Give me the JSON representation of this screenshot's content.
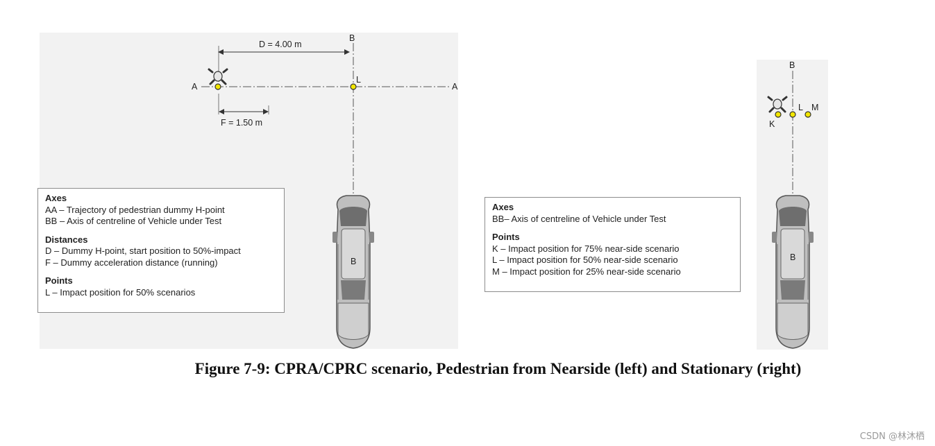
{
  "left": {
    "dimension_d": "D = 4.00 m",
    "dimension_f": "F = 1.50 m",
    "axis_a": "A",
    "axis_b": "B",
    "point_l": "L",
    "legend": {
      "axes_title": "Axes",
      "axes": [
        "AA  – Trajectory of pedestrian dummy H-point",
        "BB   – Axis of centreline of Vehicle under Test"
      ],
      "distances_title": "Distances",
      "distances": [
        "D  – Dummy H-point, start position to 50%-impact",
        "F   – Dummy acceleration distance (running)"
      ],
      "points_title": "Points",
      "points": [
        "L   – Impact position for 50% scenarios"
      ]
    }
  },
  "right": {
    "axis_b": "B",
    "point_k": "K",
    "point_l": "L",
    "point_m": "M",
    "legend": {
      "axes_title": "Axes",
      "axes": [
        "BB– Axis of centreline of Vehicle under Test"
      ],
      "points_title": "Points",
      "points": [
        "K  – Impact position for 75% near-side scenario",
        "L   – Impact position for 50% near-side scenario",
        "M – Impact position for 25% near-side scenario"
      ]
    }
  },
  "caption": "Figure 7-9: CPRA/CPRC scenario, Pedestrian from Nearside (left) and Stationary (right)",
  "watermark": "CSDN @林沐栖",
  "colors": {
    "impact_point": "#f2e600",
    "panel_bg": "#f2f2f2",
    "line": "#555555"
  }
}
